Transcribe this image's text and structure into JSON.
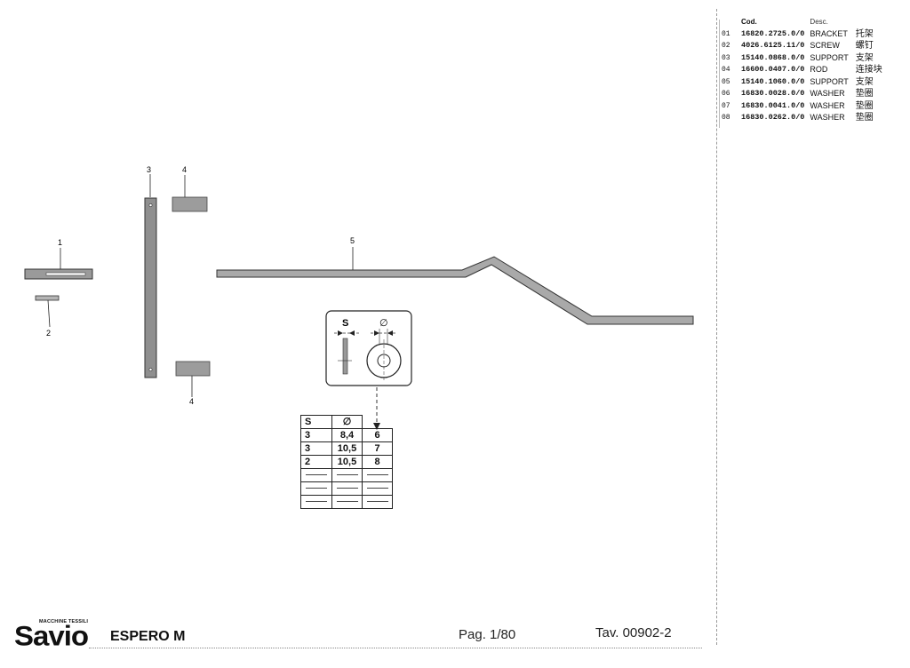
{
  "parts_list": {
    "header_code": "Cod.",
    "header_desc": "Desc.",
    "rows": [
      {
        "idx": "01",
        "code": "16820.2725.0/0",
        "desc": "BRACKET",
        "cn": "托架"
      },
      {
        "idx": "02",
        "code": "4026.6125.11/0",
        "desc": "SCREW",
        "cn": "螺钉"
      },
      {
        "idx": "03",
        "code": "15140.0868.0/0",
        "desc": "SUPPORT",
        "cn": "支架"
      },
      {
        "idx": "04",
        "code": "16600.0407.0/0",
        "desc": "ROD",
        "cn": "连接块"
      },
      {
        "idx": "05",
        "code": "15140.1060.0/0",
        "desc": "SUPPORT",
        "cn": "支架"
      },
      {
        "idx": "06",
        "code": "16830.0028.0/0",
        "desc": "WASHER",
        "cn": "垫圈"
      },
      {
        "idx": "07",
        "code": "16830.0041.0/0",
        "desc": "WASHER",
        "cn": "垫圈"
      },
      {
        "idx": "08",
        "code": "16830.0262.0/0",
        "desc": "WASHER",
        "cn": "垫圈"
      }
    ]
  },
  "callouts": {
    "c1": "1",
    "c2": "2",
    "c3": "3",
    "c4a": "4",
    "c4b": "4",
    "c5": "5"
  },
  "washer_detail": {
    "label_s": "S",
    "label_dia": "∅"
  },
  "size_table": {
    "header": [
      "S",
      "∅"
    ],
    "rows": [
      [
        "3",
        "8,4",
        "6"
      ],
      [
        "3",
        "10,5",
        "7"
      ],
      [
        "2",
        "10,5",
        "8"
      ]
    ]
  },
  "footer": {
    "brand_small": "MACCHINE TESSILI",
    "brand": "Savio",
    "model": "ESPERO M",
    "page": "Pag. 1/80",
    "table_no": "Tav. 00902-2"
  }
}
